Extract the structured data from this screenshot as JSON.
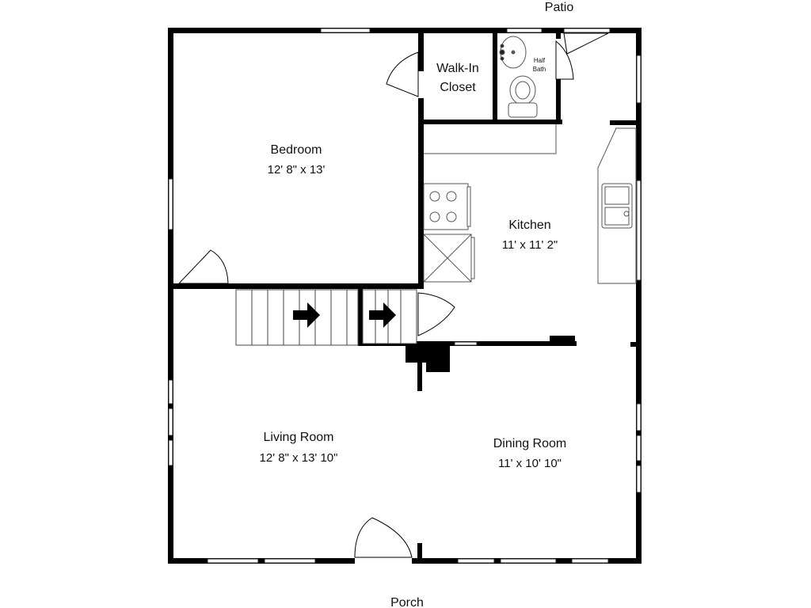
{
  "colors": {
    "wall": "#000000",
    "background": "#ffffff",
    "fixture_fill": "#ffffff",
    "fixture_stroke": "#555555"
  },
  "outside_labels": {
    "top": "Patio",
    "bottom": "Porch"
  },
  "rooms": {
    "bedroom": {
      "name": "Bedroom",
      "dimensions": "12' 8\" x 13'"
    },
    "walk_in_closet": {
      "name_line1": "Walk-In",
      "name_line2": "Closet"
    },
    "half_bath": {
      "name_line1": "Half",
      "name_line2": "Bath"
    },
    "kitchen": {
      "name": "Kitchen",
      "dimensions": "11' x 11' 2\""
    },
    "living_room": {
      "name": "Living Room",
      "dimensions": "12' 8\" x 13' 10\""
    },
    "dining_room": {
      "name": "Dining Room",
      "dimensions": "11' x 10' 10\""
    }
  },
  "fixtures": [
    "stairs",
    "range",
    "refrigerator",
    "sink",
    "toilet",
    "bath-sink",
    "chimney"
  ]
}
